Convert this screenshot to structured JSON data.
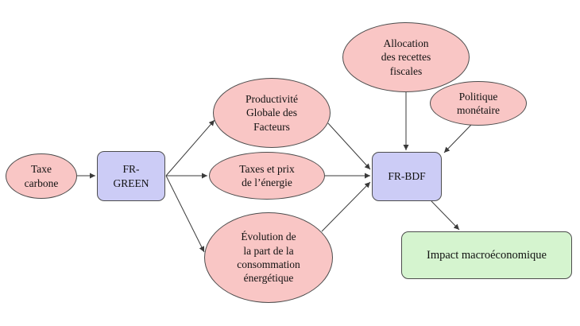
{
  "diagram": {
    "type": "flowchart",
    "nodes": {
      "taxe_carbone": {
        "label": "Taxe\ncarbone",
        "shape": "ellipse",
        "fill": "#f9c6c5"
      },
      "fr_green": {
        "label": "FR-\nGREEN",
        "shape": "rounded-rect",
        "fill": "#ccccf6"
      },
      "productivite": {
        "label": "Productivité\nGlobale des\nFacteurs",
        "shape": "ellipse",
        "fill": "#f9c6c5"
      },
      "taxes_prix": {
        "label": "Taxes et prix\nde l’énergie",
        "shape": "ellipse",
        "fill": "#f9c6c5"
      },
      "evolution": {
        "label": "Évolution de\nla part de la\nconsommation\nénergétique",
        "shape": "ellipse",
        "fill": "#f9c6c5"
      },
      "allocation": {
        "label": "Allocation\ndes recettes\nfiscales",
        "shape": "ellipse",
        "fill": "#f9c6c5"
      },
      "politique": {
        "label": "Politique\nmonétaire",
        "shape": "ellipse",
        "fill": "#f9c6c5"
      },
      "fr_bdf": {
        "label": "FR-BDF",
        "shape": "rounded-rect",
        "fill": "#ccccf6"
      },
      "impact": {
        "label": "Impact macroéconomique",
        "shape": "rounded-rect",
        "fill": "#d5f4cf"
      }
    },
    "edges": [
      {
        "from": "taxe_carbone",
        "to": "fr_green"
      },
      {
        "from": "fr_green",
        "to": "productivite"
      },
      {
        "from": "fr_green",
        "to": "taxes_prix"
      },
      {
        "from": "fr_green",
        "to": "evolution"
      },
      {
        "from": "productivite",
        "to": "fr_bdf"
      },
      {
        "from": "taxes_prix",
        "to": "fr_bdf"
      },
      {
        "from": "evolution",
        "to": "fr_bdf"
      },
      {
        "from": "allocation",
        "to": "fr_bdf"
      },
      {
        "from": "politique",
        "to": "fr_bdf"
      },
      {
        "from": "fr_bdf",
        "to": "impact"
      }
    ],
    "colors": {
      "background": "#ffffff",
      "node_pink": "#f9c6c5",
      "node_lavender": "#ccccf6",
      "node_green": "#d5f4cf",
      "border": "#4d4d4d",
      "arrow": "#3a3a3a",
      "text": "#111111"
    }
  }
}
